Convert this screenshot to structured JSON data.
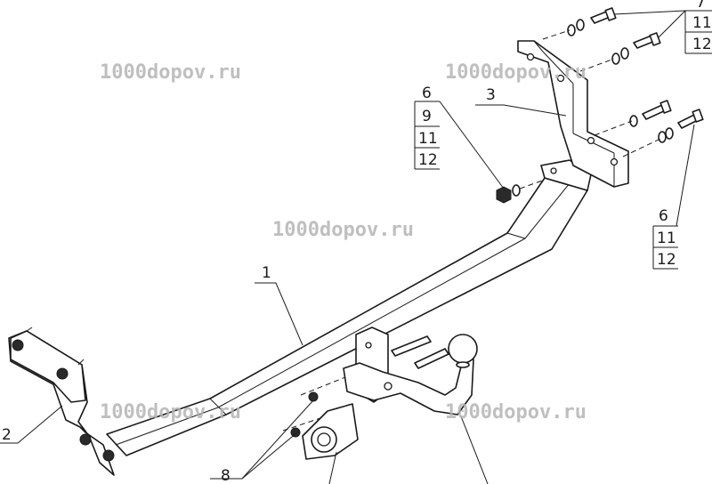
{
  "watermark": "1000dopov.ru",
  "callouts": {
    "c1": "1",
    "c2": "2",
    "c3": "3",
    "c8": "8",
    "top_right": [
      "7",
      "11",
      "12"
    ],
    "left_stack": [
      "6",
      "9",
      "11",
      "12"
    ],
    "right_stack": [
      "6",
      "11",
      "12"
    ]
  },
  "colors": {
    "line": "#1a1a1a",
    "watermark": "#b5b5b5"
  }
}
